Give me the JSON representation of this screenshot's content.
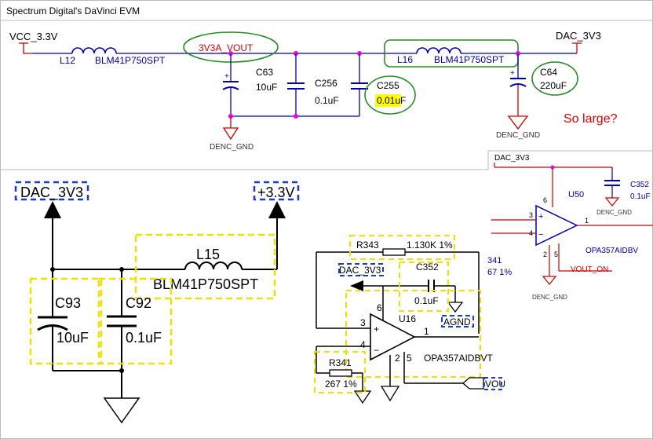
{
  "header": {
    "title": "Spectrum Digital's DaVinci EVM"
  },
  "top": {
    "vcc": "VCC_3.3V",
    "dac_top": "DAC_3V3",
    "net_vout": "3V3A_VOUT",
    "l12_ref": "L12",
    "l12_part": "BLM41P750SPT",
    "l16_ref": "L16",
    "l16_part": "BLM41P750SPT",
    "c63_ref": "C63",
    "c63_val": "10uF",
    "c256_ref": "C256",
    "c256_val": "0.1uF",
    "c255_ref": "C255",
    "c255_val_hl": "0.01",
    "c255_val_tail": "uF",
    "c64_ref": "C64",
    "c64_val": "220uF",
    "plus": "+",
    "gnd1": "DENC_GND",
    "gnd2": "DENC_GND",
    "comment": "So large?"
  },
  "right": {
    "dac": "DAC_3V3",
    "c352_ref": "C352",
    "c352_val": "0.1uF",
    "gnd_a": "DENC_GND",
    "u50_ref": "U50",
    "u50_part": "OPA357AIDBV",
    "pin6": "6",
    "pin3": "3",
    "pin4": "4",
    "pin1": "1",
    "pin2": "2",
    "pin5": "5",
    "plus": "+",
    "minus": "−",
    "vout_on": "VOUT_ON",
    "gnd_b": "DENC_GND"
  },
  "bottom_left": {
    "dac": "DAC_3V3",
    "p33": "+3.3V",
    "l15_ref": "L15",
    "l15_part": "BLM41P750SPT",
    "c93_ref": "C93",
    "c93_val": "10uF",
    "c92_ref": "C92",
    "c92_val": "0.1uF"
  },
  "bottom_mid": {
    "r343_ref": "R343",
    "r343_val": "1.130K 1%",
    "r341_ghost_ref": "341",
    "r341_ghost_val": "67 1%",
    "dac": "DAC_3V3",
    "c352_ref": "C352",
    "c352_val": "0.1uF",
    "agnd": "AGND",
    "u16_ref": "U16",
    "u16_part": "OPA357AIDBVT",
    "pin6": "6",
    "pin3": "3",
    "pin4": "4",
    "pin1": "1",
    "pin2": "2",
    "pin5": "5",
    "plus": "+",
    "minus": "−",
    "r341_ref": "R341",
    "r341_val": "267 1%",
    "vou": "VOU"
  }
}
